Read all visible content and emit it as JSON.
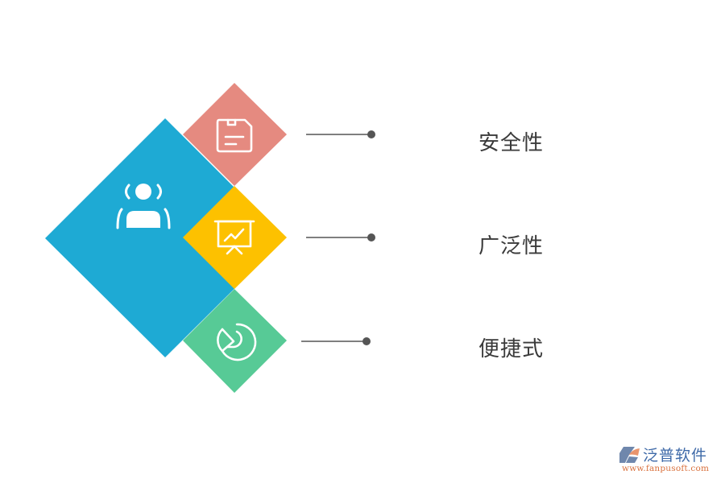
{
  "diagram": {
    "center_block": {
      "color": "#1eaad4",
      "icon": "person-broadcast-icon"
    },
    "items": [
      {
        "label": "安全性",
        "color": "#e58a80",
        "icon": "floppy-disk-icon"
      },
      {
        "label": "广泛性",
        "color": "#fdc100",
        "icon": "presentation-chart-icon"
      },
      {
        "label": "便捷式",
        "color": "#57ca96",
        "icon": "pie-chart-icon"
      }
    ],
    "connector_color": "#555555"
  },
  "logo": {
    "name": "泛普软件",
    "url": "www.fanpusoft.com",
    "mark_colors": [
      "#6f87ac",
      "#e9946c"
    ]
  }
}
